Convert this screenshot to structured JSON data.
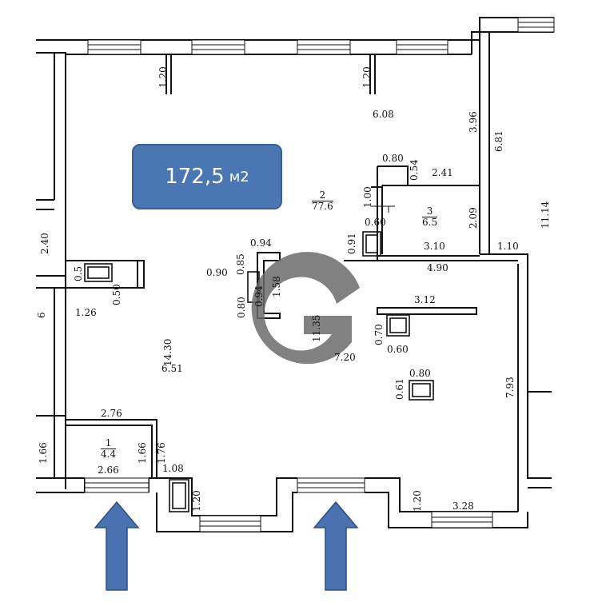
{
  "badge": {
    "area_value": "172,5",
    "area_unit": "м2",
    "color": "#4a77b4"
  },
  "rooms": [
    {
      "number": "1",
      "area": "4.4"
    },
    {
      "number": "2",
      "area": "77.6"
    },
    {
      "number": "3",
      "area": "6.5"
    }
  ],
  "dimensions": {
    "window_top_left": "1.20",
    "window_top_right": "1.20",
    "d_6_08": "6.08",
    "d_3_96": "3.96",
    "d_6_81": "6.81",
    "d_0_80_top": "0.80",
    "d_0_54": "0.54",
    "d_2_41": "2.41",
    "d_1_00": "1.00",
    "d_2_09": "2.09",
    "d_11_14": "11.14",
    "d_0_60_top": "0.60",
    "d_0_91": "0.91",
    "d_3_10": "3.10",
    "d_1_10": "1.10",
    "d_4_90": "4.90",
    "d_2_40": "2.40",
    "d_0_5": "0.5",
    "d_0_50": "0.50",
    "d_1_26": "1.26",
    "d_6_left": "6",
    "d_0_94_a": "0.94",
    "d_0_85": "0.85",
    "d_1_58": "1.58",
    "d_0_90": "0.90",
    "d_0_80_mid": "0.80",
    "d_0_94_b": "0.94",
    "d_11_35": "11.35",
    "d_3_12": "3.12",
    "d_0_70": "0.70",
    "d_0_60_mid": "0.60",
    "d_6_51": "6.51",
    "d_14_30": "14.30",
    "d_7_20": "7.20",
    "d_0_80_low": "0.80",
    "d_0_61": "0.61",
    "d_7_93": "7.93",
    "d_2_76": "2.76",
    "d_1_66_a": "1.66",
    "d_1_66_b": "1.66",
    "d_1_76": "1.76",
    "d_2_66": "2.66",
    "d_1_08": "1.08",
    "d_1_20_bl": "1.20",
    "d_1_20_br": "1.20",
    "d_3_28": "3.28"
  },
  "colors": {
    "wall": "#111111",
    "arrow": "#4a72b0",
    "logo": "#6b6b6b"
  },
  "icons": [
    "entrance-arrow-icon",
    "logo-g-watermark-icon"
  ]
}
